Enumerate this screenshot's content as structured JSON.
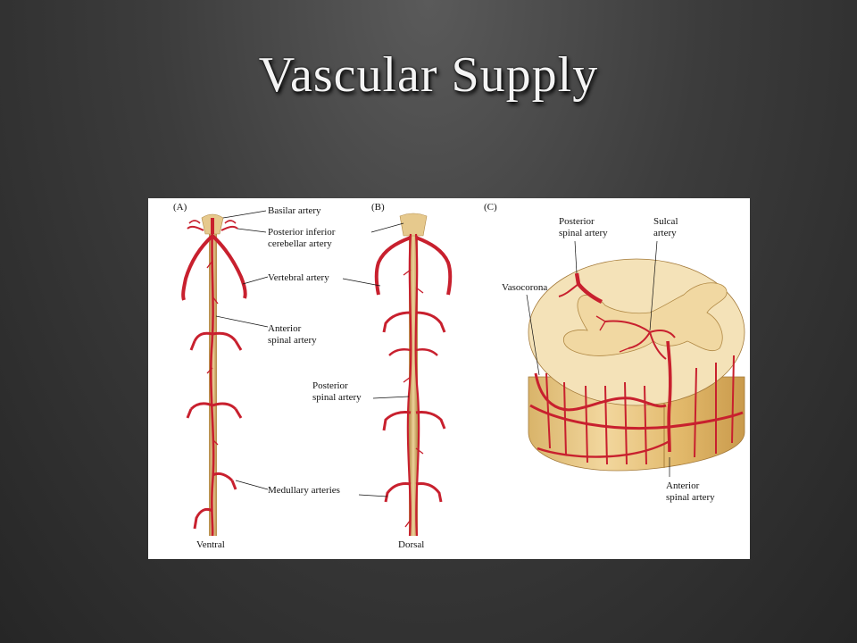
{
  "slide": {
    "title": "Vascular Supply"
  },
  "panels": {
    "a": "(A)",
    "b": "(B)",
    "c": "(C)"
  },
  "labels": {
    "basilar_artery": "Basilar artery",
    "pica_line1": "Posterior inferior",
    "pica_line2": "cerebellar artery",
    "vertebral_artery": "Vertebral artery",
    "anterior_spinal_a_line1": "Anterior",
    "anterior_spinal_a_line2": "spinal artery",
    "posterior_spinal_b_line1": "Posterior",
    "posterior_spinal_b_line2": "spinal artery",
    "medullary_arteries": "Medullary arteries",
    "ventral": "Ventral",
    "dorsal": "Dorsal",
    "posterior_spinal_c_line1": "Posterior",
    "posterior_spinal_c_line2": "spinal artery",
    "sulcal_line1": "Sulcal",
    "sulcal_line2": "artery",
    "vasocorona": "Vasocorona",
    "anterior_spinal_c_line1": "Anterior",
    "anterior_spinal_c_line2": "spinal artery"
  },
  "colors": {
    "artery": "#c8202e",
    "cord": "#e0bd7a",
    "cord_light": "#f4e4bf",
    "gray_matter": "#f0dca8"
  }
}
